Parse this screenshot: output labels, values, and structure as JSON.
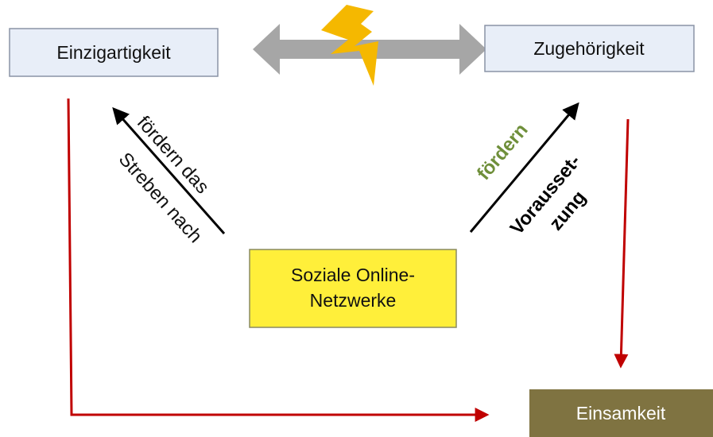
{
  "nodes": {
    "einzigartigkeit": "Einzigartigkeit",
    "zugehoerigkeit": "Zugehörigkeit",
    "soziale_line1": "Soziale Online-",
    "soziale_line2": "Netzwerke",
    "einsamkeit": "Einsamkeit"
  },
  "labels": {
    "left_line1": "fördern das",
    "left_line2": "Streben nach",
    "right_foerdern": "fördern",
    "right_line1": "Vorausset-",
    "right_line2": "zung"
  },
  "colors": {
    "box_blue_fill": "#e8eef8",
    "box_blue_stroke": "#8a94a6",
    "box_yellow_fill": "#ffef3a",
    "box_yellow_stroke": "#8a8a60",
    "box_olive_fill": "#7f7341",
    "red_arrow": "#c00000",
    "gray_arrow": "#a6a6a6",
    "lightning": "#f5b800",
    "green_text": "#6f8f3a",
    "black": "#000000"
  },
  "icons": {
    "conflict": "lightning-bolt-icon"
  }
}
